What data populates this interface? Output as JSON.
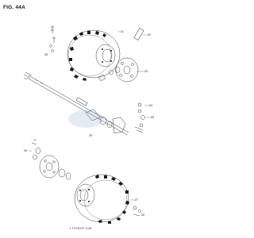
{
  "figure": {
    "title": "FIG. 44A",
    "footer_code": "LT230GF 028"
  },
  "callouts": [
    "21",
    "22",
    "23",
    "24",
    "25",
    "26",
    "27",
    "28",
    "29",
    "30"
  ]
}
